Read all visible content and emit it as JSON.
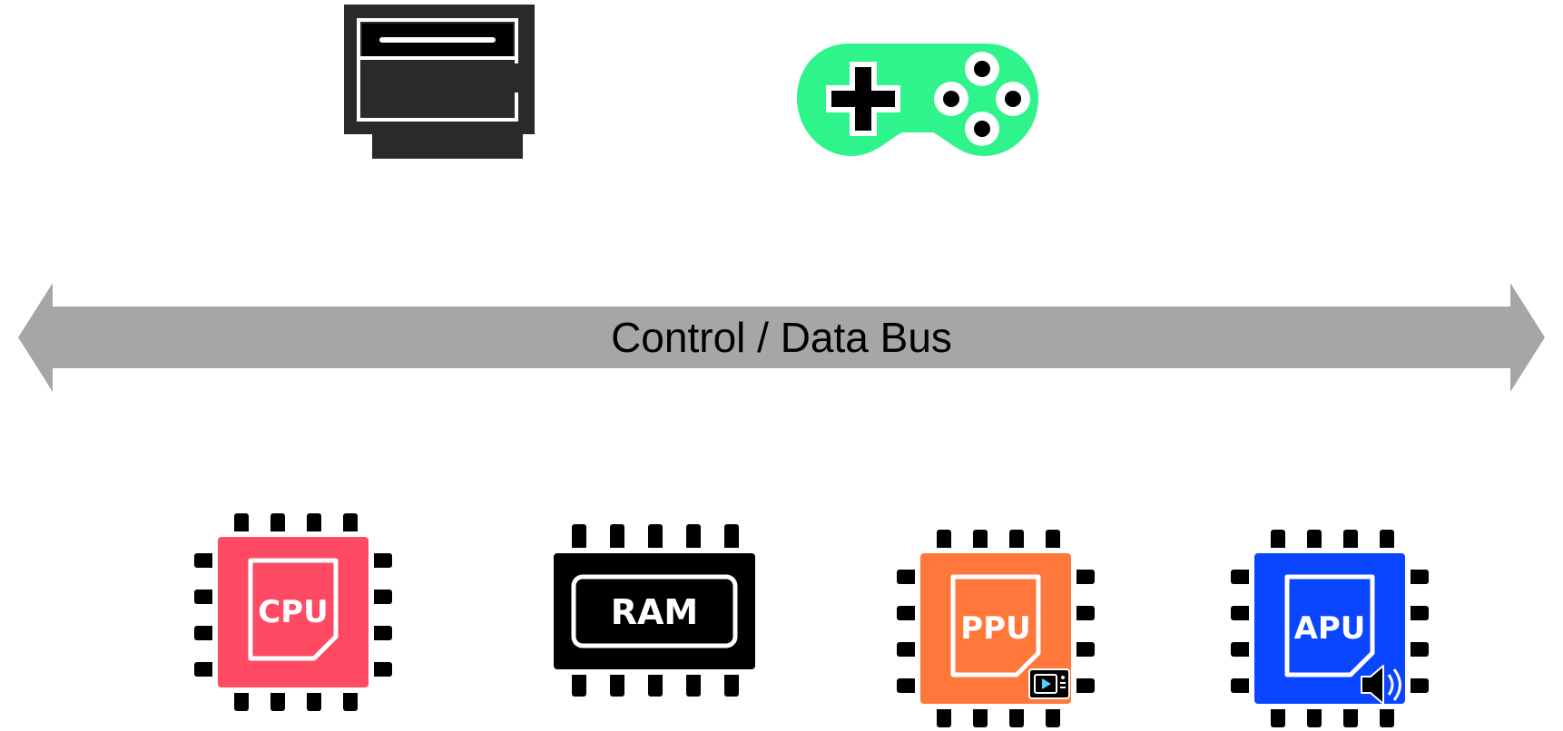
{
  "diagram": {
    "bus": {
      "label": "Control / Data Bus",
      "color": "#a6a6a6"
    },
    "cartridge": {
      "color": "#2a2a2a"
    },
    "controller": {
      "color": "#2ff38b"
    },
    "chips": {
      "cpu": {
        "label": "CPU",
        "color": "#ff4a63"
      },
      "ram": {
        "label": "RAM",
        "color": "#000000"
      },
      "ppu": {
        "label": "PPU",
        "color": "#ff773b",
        "badge_icon": "video-monitor-icon"
      },
      "apu": {
        "label": "APU",
        "color": "#0a45ff",
        "badge_icon": "speaker-icon"
      }
    }
  }
}
